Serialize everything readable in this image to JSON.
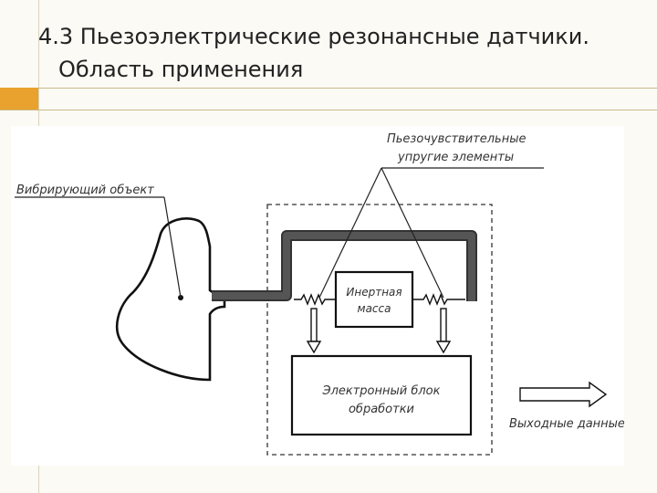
{
  "slide": {
    "title_line1": "4.3 Пьезоэлектрические резонансные датчики.",
    "title_line2": "Область применения"
  },
  "diagram": {
    "label_sensors_line1": "Пьезочувствительные",
    "label_sensors_line2": "упругие элементы",
    "label_object": "Вибрирующий объект",
    "label_mass_line1": "Инертная",
    "label_mass_line2": "масса",
    "label_block_line1": "Электронный блок",
    "label_block_line2": "обработки",
    "label_output": "Выходные данные"
  }
}
